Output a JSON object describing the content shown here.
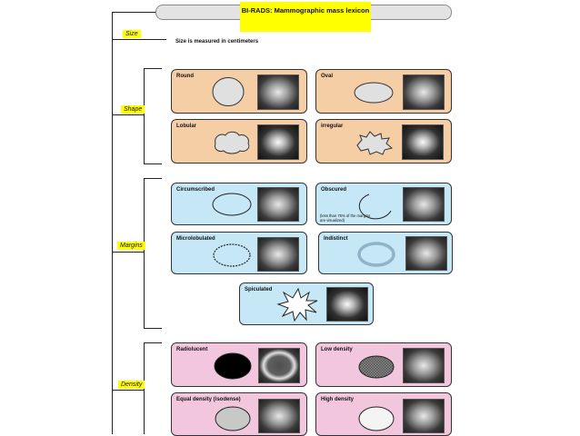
{
  "title": "BI-RADS: Mammographic mass lexicon",
  "categories": {
    "size": "Size",
    "shape": "Shape",
    "margins": "Margins",
    "density": "Density"
  },
  "size_note": "Size is measured in centimeters",
  "shape_items": {
    "round": "Round",
    "oval": "Oval",
    "lobular": "Lobular",
    "irregular": "irregular"
  },
  "margin_items": {
    "circumscribed": "Circumscribed",
    "obscured": "Obscured",
    "obscured_note": "(less than 75% of the margins are visualized)",
    "microlobulated": "Microlobulated",
    "indistinct": "Indistinct",
    "spiculated": "Spiculated"
  },
  "density_items": {
    "radiolucent": "Radiolucent",
    "low_density": "Low density",
    "equal_density": "Equal density (isodense)",
    "high_density": "High density"
  },
  "colors": {
    "highlight": "#ffff00",
    "shape_card": "#f6cea6",
    "margin_card": "#c6e8f6",
    "density_card": "#f2c7de"
  }
}
